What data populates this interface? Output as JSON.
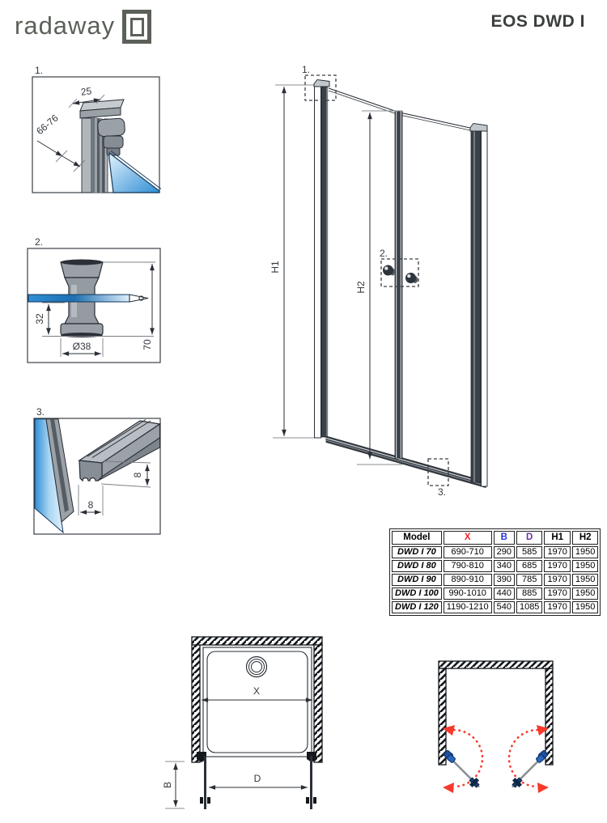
{
  "header": {
    "logo_text": "radaway",
    "title": "EOS DWD I"
  },
  "details": {
    "d1": {
      "label": "1.",
      "dim_top": "25",
      "dim_range": "66-76"
    },
    "d2": {
      "label": "2.",
      "dim_offset": "32",
      "dim_diameter": "Ø38",
      "dim_total": "70"
    },
    "d3": {
      "label": "3.",
      "dim_height": "8",
      "dim_width": "8"
    }
  },
  "elevation": {
    "callout_1": "1.",
    "callout_2": "2.",
    "callout_3": "3.",
    "dim_h1": "H1",
    "dim_h2": "H2"
  },
  "plan": {
    "dim_x": "X",
    "dim_b": "B",
    "dim_d": "D"
  },
  "table": {
    "headers": [
      "Model",
      "X",
      "B",
      "D",
      "H1",
      "H2"
    ],
    "rows": [
      {
        "model": "DWD I 70",
        "x": "690-710",
        "b": "290",
        "d": "585",
        "h1": "1970",
        "h2": "1950"
      },
      {
        "model": "DWD I 80",
        "x": "790-810",
        "b": "340",
        "d": "685",
        "h1": "1970",
        "h2": "1950"
      },
      {
        "model": "DWD I 90",
        "x": "890-910",
        "b": "390",
        "d": "785",
        "h1": "1970",
        "h2": "1950"
      },
      {
        "model": "DWD I 100",
        "x": "990-1010",
        "b": "440",
        "d": "885",
        "h1": "1970",
        "h2": "1950"
      },
      {
        "model": "DWD I 120",
        "x": "1190-1210",
        "b": "540",
        "d": "1085",
        "h1": "1970",
        "h2": "1950"
      }
    ]
  },
  "colors": {
    "accent_red": "#e8262a",
    "accent_blue": "#2433d8",
    "accent_purple": "#7030a0",
    "glass_blue": "#2f8fd4",
    "glass_light": "#dceefb",
    "profile_grey": "#9aa1a7",
    "line_dark": "#2a2f36",
    "logo_grey": "#5b6159",
    "swing_red": "#f8392b",
    "hinge_blue": "#1d4f9e"
  }
}
